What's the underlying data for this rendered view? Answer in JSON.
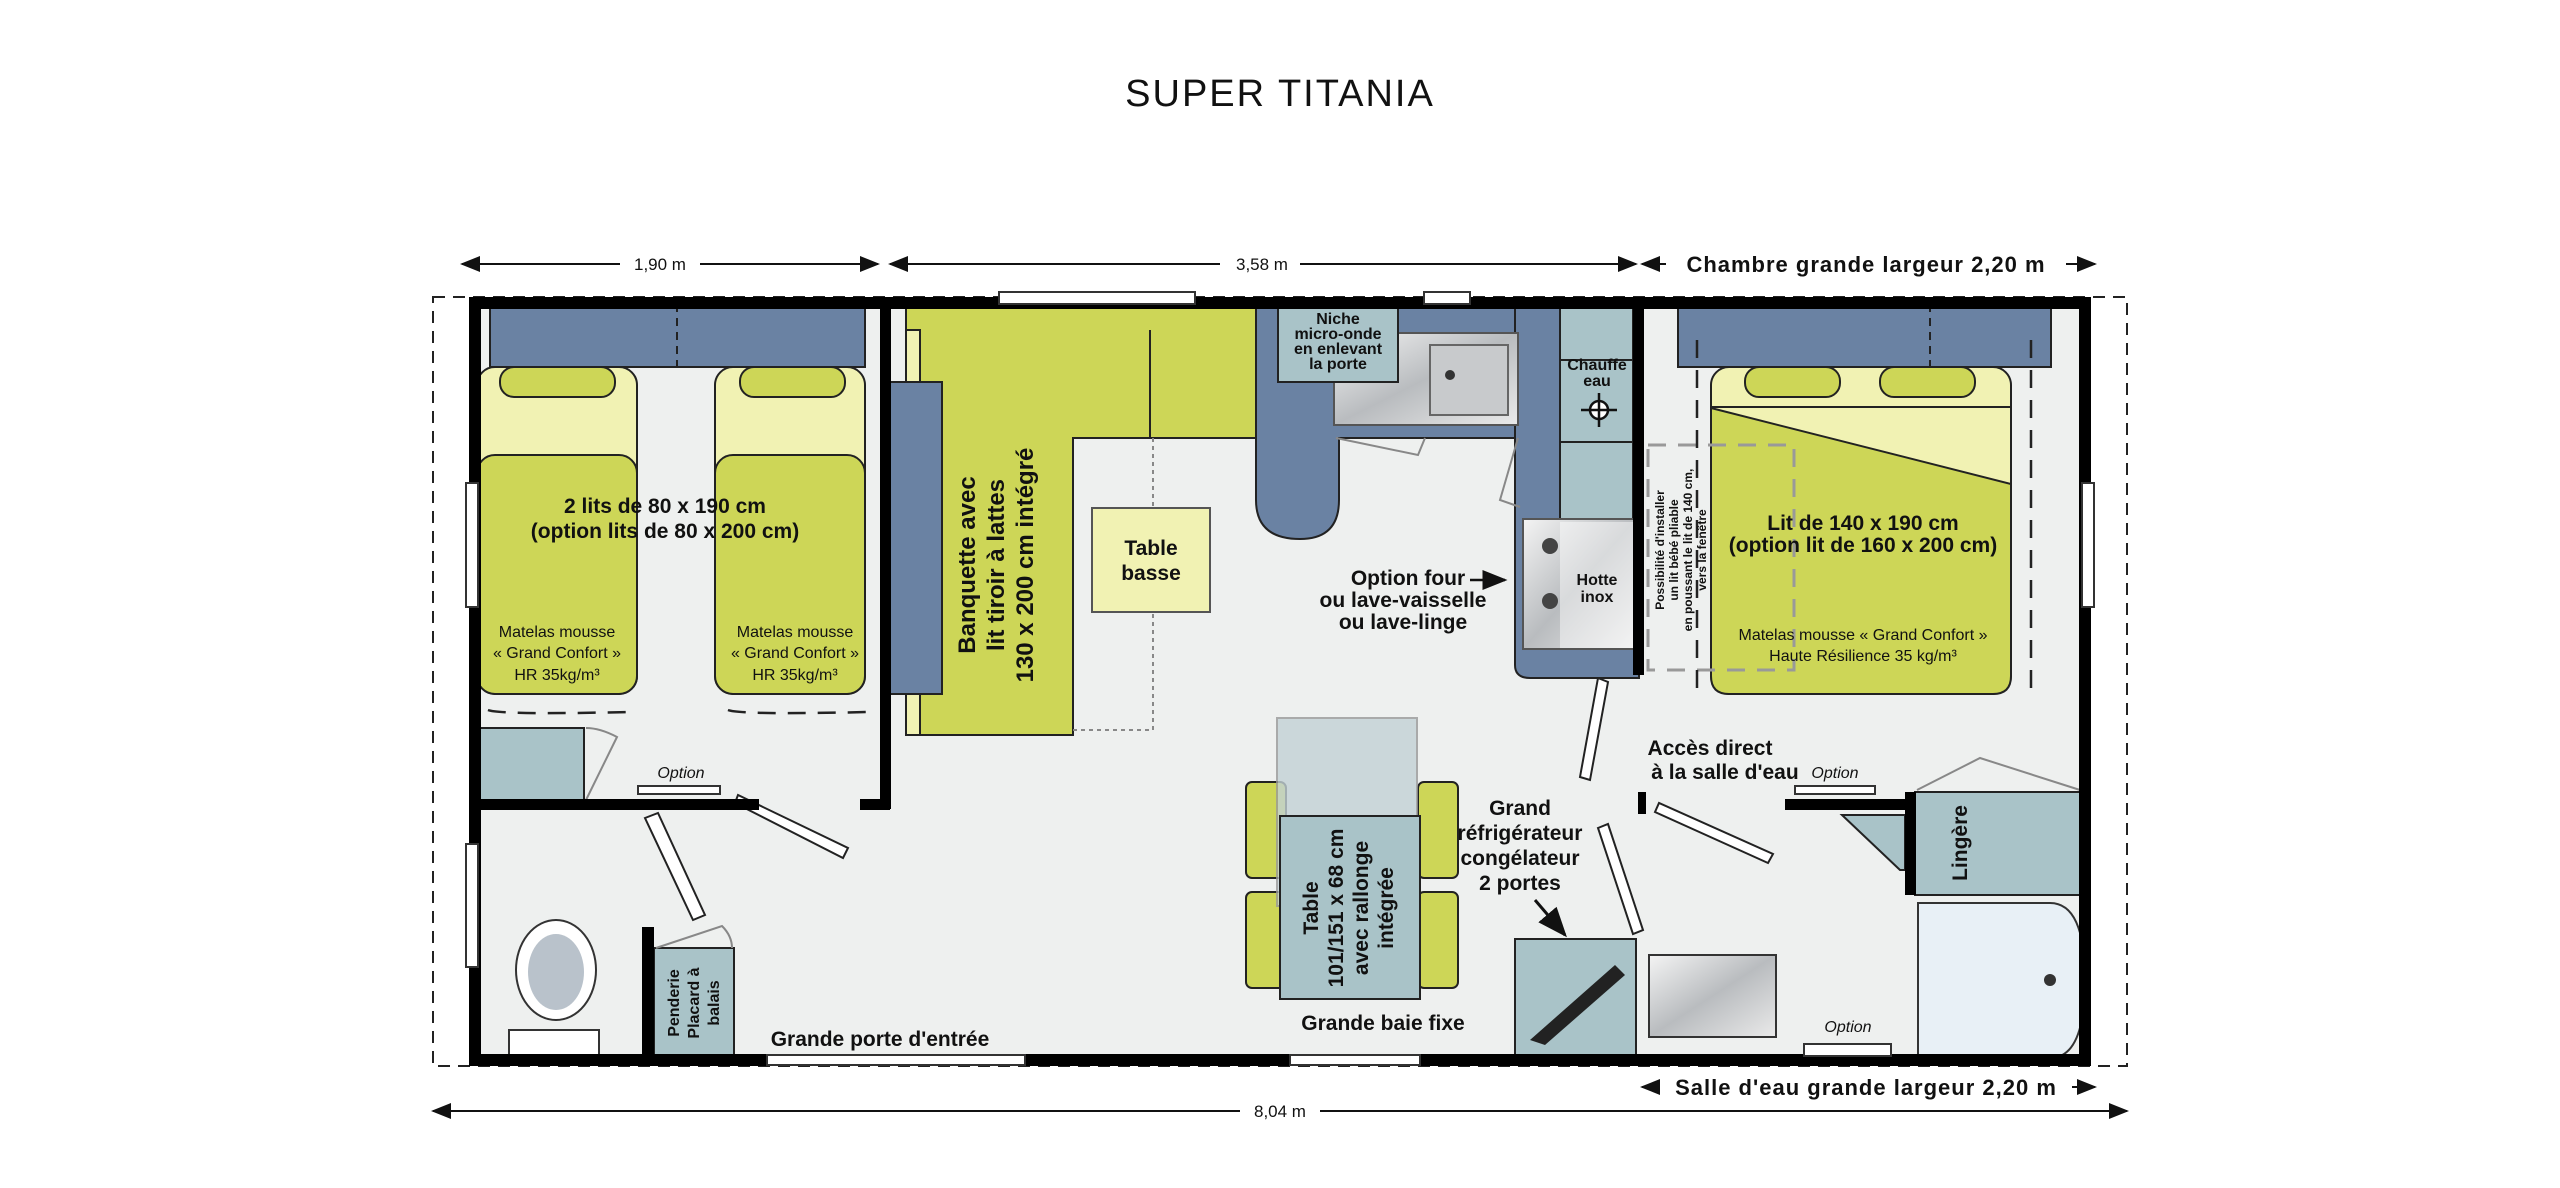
{
  "title": "SUPER TITANIA",
  "dimensions": {
    "left_bedroom": "1,90 m",
    "living": "3,58 m",
    "right_bedroom": "Chambre grande largeur 2,20 m",
    "bathroom": "Salle d'eau grande largeur 2,20 m",
    "total": "8,04 m"
  },
  "rooms": {
    "twin_bedroom": {
      "bed_line1": "2 lits de 80 x 190 cm",
      "bed_line2": "(option lits de 80 x 200 cm)",
      "mattress": [
        "Matelas mousse",
        "« Grand Confort »",
        "HR 35kg/m³"
      ],
      "option": "Option"
    },
    "living": {
      "sofa": [
        "Banquette avec",
        "lit tiroir à lattes",
        "130 x 200 cm intégré"
      ],
      "coffee_table": [
        "Table",
        "basse"
      ],
      "dining_table": [
        "Table",
        "101/151 x 68 cm",
        "avec rallonge",
        "intégrée"
      ],
      "entrance": "Grande porte d'entrée",
      "fixed_window": "Grande baie fixe",
      "fridge": [
        "Grand",
        "réfrigérateur",
        "congélateur",
        "2 portes"
      ]
    },
    "kitchen": {
      "niche": [
        "Niche",
        "micro-onde",
        "en enlevant",
        "la porte"
      ],
      "water_heater": [
        "Chauffe",
        "eau"
      ],
      "hood": [
        "Hotte",
        "inox"
      ],
      "oven_option": [
        "Option four",
        "ou lave-vaisselle",
        "ou lave-linge"
      ]
    },
    "master_bedroom": {
      "bed_line1": "Lit de 140 x 190 cm",
      "bed_line2": "(option lit de 160 x 200 cm)",
      "mattress": [
        "Matelas mousse « Grand Confort »",
        "Haute Résilience 35 kg/m³"
      ],
      "baby_cot": [
        "Possibilité d'installer",
        "un lit bébé pliable",
        "en poussant le lit de 140 cm,",
        "vers la fenêtre"
      ]
    },
    "bathroom": {
      "direct_access": [
        "Accès direct",
        "à la salle d'eau"
      ],
      "option_top": "Option",
      "option_bottom": "Option",
      "linen": "Lingère"
    },
    "wc": {
      "closet": [
        "Penderie",
        "Placard à",
        "balais"
      ]
    }
  },
  "colors": {
    "bed": "#cdd657",
    "sheet": "#f1f2b3",
    "headboard": "#6a82a3",
    "furniture": "#a9c3c8",
    "floor": "#eef0ef"
  }
}
